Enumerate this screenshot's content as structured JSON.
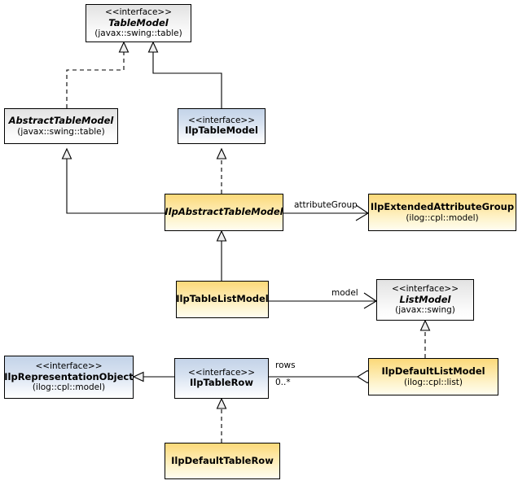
{
  "diagram": {
    "title": "UML class diagram",
    "colors": {
      "background": "#ffffff",
      "line": "#000000",
      "grey_fill": "#efefef",
      "blue_fill": "#d6e1f0",
      "yellow_fill": "#fde8a8"
    },
    "classes": [
      {
        "id": "TableModel",
        "stereotype": "<<interface>>",
        "name": "TableModel",
        "package": "(javax::swing::table)",
        "abstract": true,
        "fill": "grey"
      },
      {
        "id": "AbstractTableModel",
        "stereotype": "",
        "name": "AbstractTableModel",
        "package": "(javax::swing::table)",
        "abstract": true,
        "fill": "grey"
      },
      {
        "id": "IlpTableModel",
        "stereotype": "<<interface>>",
        "name": "IlpTableModel",
        "package": "",
        "abstract": false,
        "fill": "blue"
      },
      {
        "id": "IlpAbstractTableModel",
        "stereotype": "",
        "name": "IlpAbstractTableModel",
        "package": "",
        "abstract": true,
        "fill": "yellow"
      },
      {
        "id": "IlpExtendedAttributeGroup",
        "stereotype": "",
        "name": "IlpExtendedAttributeGroup",
        "package": "(ilog::cpl::model)",
        "abstract": false,
        "fill": "yellow"
      },
      {
        "id": "IlpTableListModel",
        "stereotype": "",
        "name": "IlpTableListModel",
        "package": "",
        "abstract": false,
        "fill": "yellow"
      },
      {
        "id": "ListModel",
        "stereotype": "<<interface>>",
        "name": "ListModel",
        "package": "(javax::swing)",
        "abstract": true,
        "fill": "grey"
      },
      {
        "id": "IlpRepresentationObject",
        "stereotype": "<<interface>>",
        "name": "IlpRepresentationObject",
        "package": "(ilog::cpl::model)",
        "abstract": false,
        "fill": "blue"
      },
      {
        "id": "IlpTableRow",
        "stereotype": "<<interface>>",
        "name": "IlpTableRow",
        "package": "",
        "abstract": false,
        "fill": "blue"
      },
      {
        "id": "IlpDefaultListModel",
        "stereotype": "",
        "name": "IlpDefaultListModel",
        "package": "(ilog::cpl::list)",
        "abstract": false,
        "fill": "yellow"
      },
      {
        "id": "IlpDefaultTableRow",
        "stereotype": "",
        "name": "IlpDefaultTableRow",
        "package": "",
        "abstract": false,
        "fill": "yellow"
      }
    ],
    "relations": [
      {
        "from": "AbstractTableModel",
        "to": "TableModel",
        "type": "realization"
      },
      {
        "from": "IlpTableModel",
        "to": "TableModel",
        "type": "generalization"
      },
      {
        "from": "IlpAbstractTableModel",
        "to": "IlpTableModel",
        "type": "realization"
      },
      {
        "from": "IlpAbstractTableModel",
        "to": "AbstractTableModel",
        "type": "generalization"
      },
      {
        "from": "IlpAbstractTableModel",
        "to": "IlpExtendedAttributeGroup",
        "type": "association",
        "label": "attributeGroup"
      },
      {
        "from": "IlpTableListModel",
        "to": "IlpAbstractTableModel",
        "type": "generalization"
      },
      {
        "from": "IlpTableListModel",
        "to": "ListModel",
        "type": "association",
        "label": "model"
      },
      {
        "from": "IlpDefaultListModel",
        "to": "ListModel",
        "type": "realization"
      },
      {
        "from": "IlpDefaultListModel",
        "to": "IlpTableRow",
        "type": "aggregation",
        "role": "rows",
        "multiplicity": "0..*"
      },
      {
        "from": "IlpTableRow",
        "to": "IlpRepresentationObject",
        "type": "generalization"
      },
      {
        "from": "IlpDefaultTableRow",
        "to": "IlpTableRow",
        "type": "realization"
      }
    ],
    "edge_labels": {
      "attributeGroup": "attributeGroup",
      "model": "model",
      "rows": "rows",
      "multiplicity": "0..*"
    }
  }
}
